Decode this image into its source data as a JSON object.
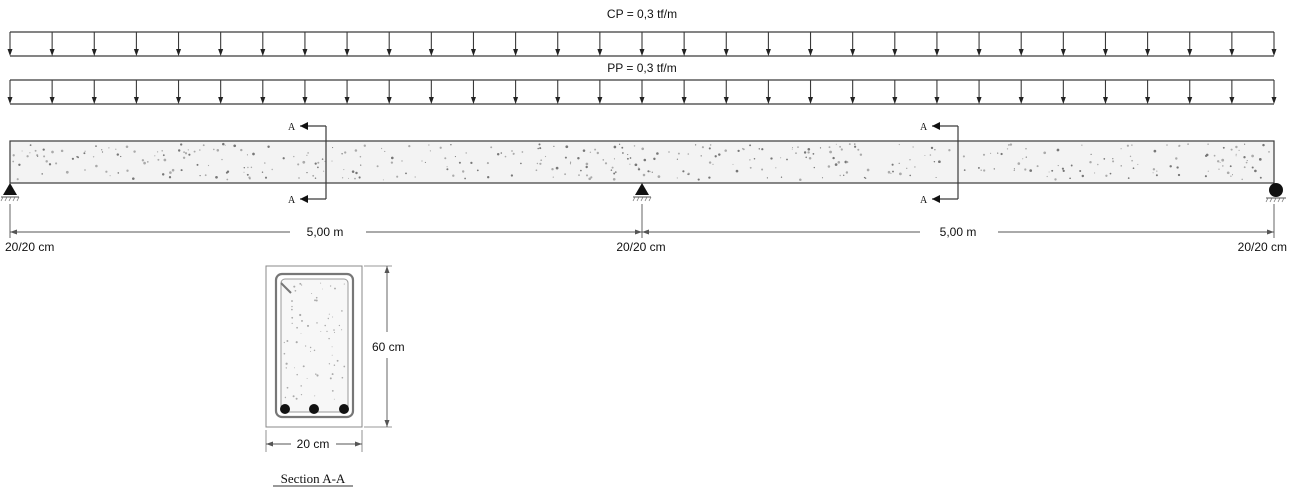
{
  "loads": {
    "cp_label": "CP = 0,3 tf/m",
    "pp_label": "PP = 0,3 tf/m"
  },
  "section_marks": {
    "letter": "A"
  },
  "spans": {
    "left_length": "5,00 m",
    "right_length": "5,00 m"
  },
  "supports": {
    "left_size": "20/20 cm",
    "middle_size": "20/20 cm",
    "right_size": "20/20 cm"
  },
  "section": {
    "height_label": "60 cm",
    "width_label": "20 cm",
    "title": "Section A-A"
  },
  "colors": {
    "line": "#3a3a3a",
    "concrete_fill": "#f3f3f3",
    "dots": "#777777"
  }
}
